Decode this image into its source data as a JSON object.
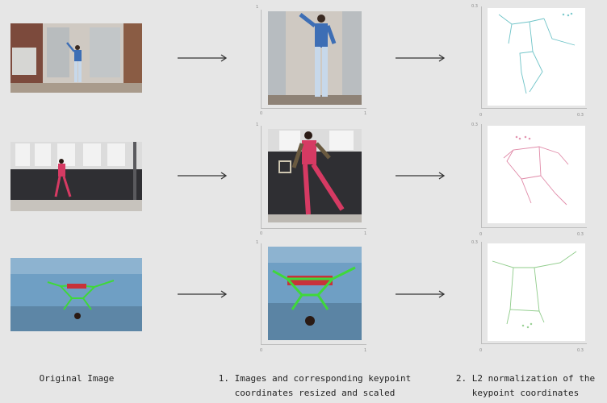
{
  "captions": {
    "original": "Original Image",
    "step1": "1. Images and corresponding keypoint\ncoordinates resized and scaled",
    "step2": "2. L2 normalization of the\nkeypoint coordinates"
  },
  "mid_axis_ticks": {
    "zero": "0",
    "one_x": "1",
    "one_y": "1"
  },
  "norm_axis_ticks": {
    "zero": "0",
    "max_x": "0.3",
    "max_y": "0.3"
  },
  "rows": [
    {
      "skeleton_color": "#6fc4c8"
    },
    {
      "skeleton_color": "#e08aa8"
    },
    {
      "skeleton_color": "#8fcc8a"
    }
  ],
  "colors": {
    "overlay_green": "#3fd83a",
    "arrow": "#333333"
  }
}
